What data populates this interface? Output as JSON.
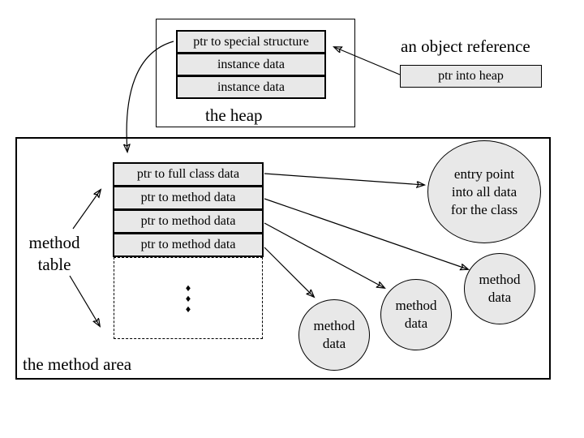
{
  "colors": {
    "background": "#ffffff",
    "box_fill": "#e8e8e8",
    "line": "#000000"
  },
  "heap": {
    "label": "the heap",
    "cells": [
      "ptr to special structure",
      "instance data",
      "instance data"
    ]
  },
  "object_reference": {
    "caption": "an object reference",
    "pointer_label": "ptr into heap"
  },
  "method_area": {
    "label": "the method area",
    "method_table_label": "method table",
    "table_rows": [
      "ptr to full class data",
      "ptr to method data",
      "ptr to method data",
      "ptr to method data"
    ],
    "ellipsis_dots": [
      "♦",
      "♦",
      "♦"
    ],
    "entry_circle_lines": [
      "entry point",
      "into all data",
      "for the class"
    ],
    "method_circles": [
      {
        "line1": "method",
        "line2": "data"
      },
      {
        "line1": "method",
        "line2": "data"
      },
      {
        "line1": "method",
        "line2": "data"
      }
    ]
  }
}
